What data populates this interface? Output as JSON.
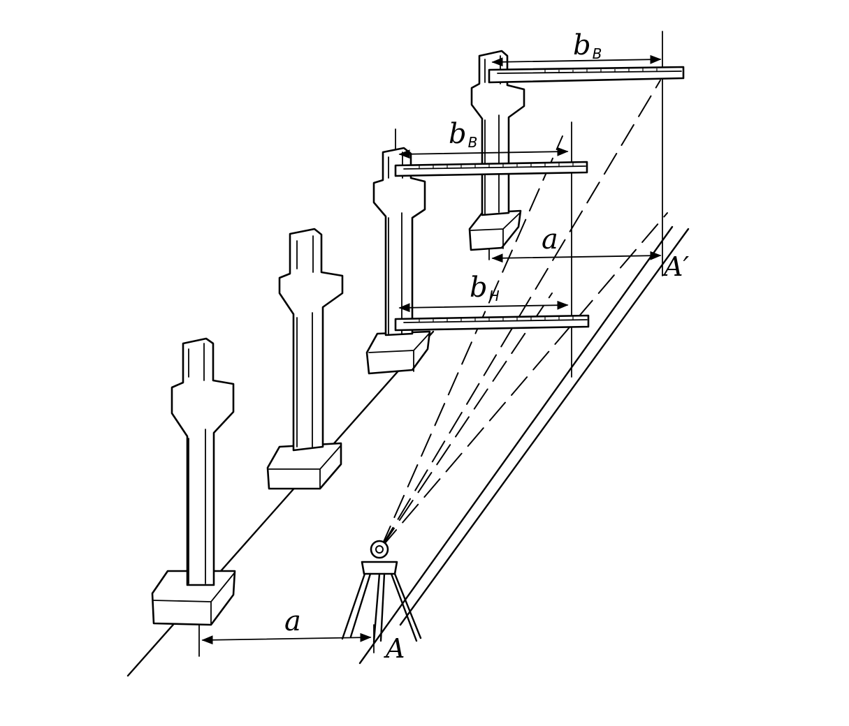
{
  "labels": {
    "a_front": "a",
    "a_back": "a",
    "point_a": "A",
    "point_a_prime": "A′",
    "b_letter": "b",
    "sub_upper": "B",
    "sub_lower": "H"
  }
}
